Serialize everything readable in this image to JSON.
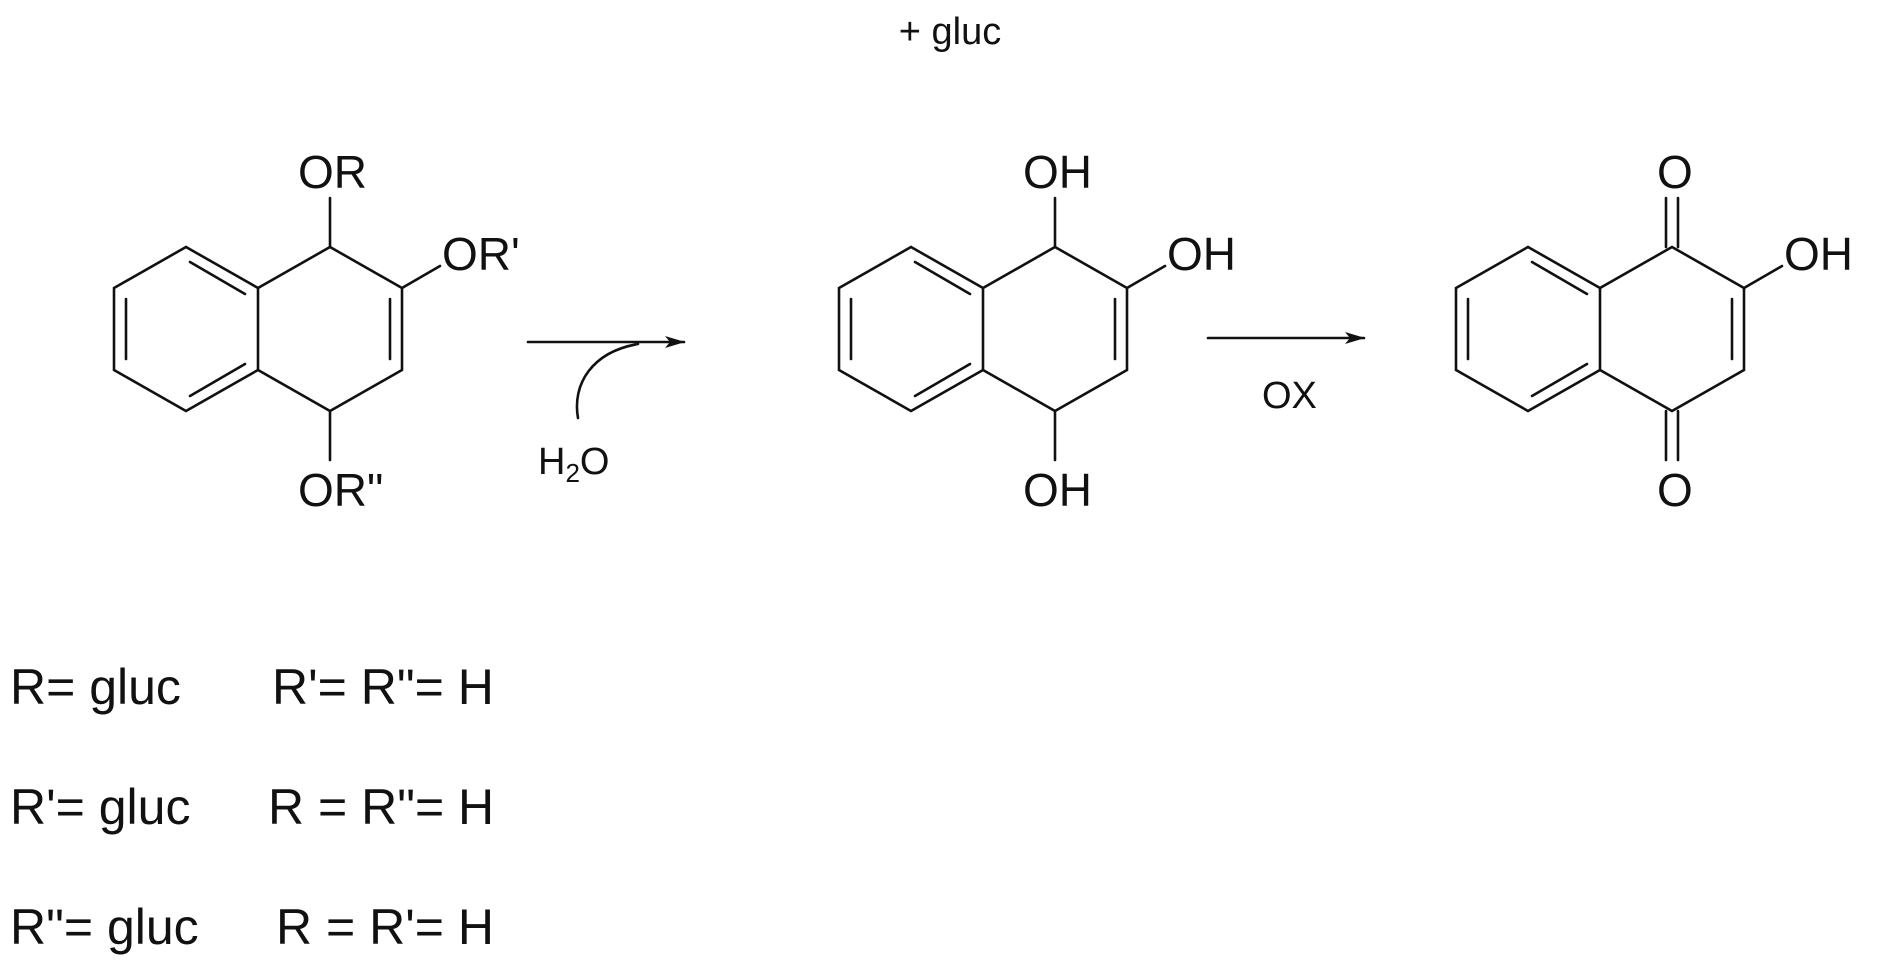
{
  "reaction": {
    "reagent_top": "+ gluc",
    "reagent_water": "H",
    "reagent_water_sub": "2",
    "reagent_water_tail": "O",
    "reagent_ox": "OX"
  },
  "molecules": {
    "reactant": {
      "label_top": "OR",
      "label_side": "OR'",
      "label_bottom": "OR\""
    },
    "intermediate": {
      "label_top": "OH",
      "label_side": "OH",
      "label_bottom": "OH"
    },
    "product": {
      "label_top": "O",
      "label_side": "OH",
      "label_bottom": "O"
    }
  },
  "legend": {
    "rows": [
      {
        "first": "R= gluc",
        "second": "R'= R\"= H"
      },
      {
        "first": "R'= gluc",
        "second": "R = R\"= H"
      },
      {
        "first": "R\"= gluc",
        "second": "R = R'= H"
      }
    ]
  }
}
